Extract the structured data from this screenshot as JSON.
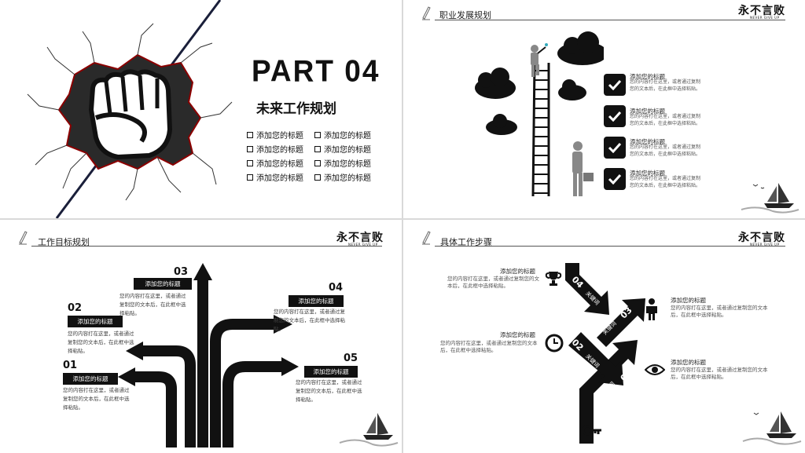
{
  "brand": {
    "name": "永不言败",
    "tagline": "NEVER GIVE UP"
  },
  "slide1": {
    "part": "PART 04",
    "subtitle": "未来工作规划",
    "items": [
      "添加您的标题",
      "添加您的标题",
      "添加您的标题",
      "添加您的标题",
      "添加您的标题",
      "添加您的标题",
      "添加您的标题",
      "添加您的标题"
    ]
  },
  "slide2": {
    "title": "职业发展规划",
    "items": [
      {
        "title": "添加您的标题",
        "text": "您的内容打在这里，或者通过复制您的文本后，在此框中选择粘贴。"
      },
      {
        "title": "添加您的标题",
        "text": "您的内容打在这里，或者通过复制您的文本后，在此框中选择粘贴。"
      },
      {
        "title": "添加您的标题",
        "text": "您的内容打在这里，或者通过复制您的文本后，在此框中选择粘贴。"
      },
      {
        "title": "添加您的标题",
        "text": "您的内容打在这里，或者通过复制您的文本后，在此框中选择粘贴。"
      }
    ]
  },
  "slide3": {
    "title": "工作目标规划",
    "goals": [
      {
        "num": "01",
        "tag": "添加您的标题",
        "text": "您的内容打在这里，或者通过复制您的文本后，在此框中选择粘贴。"
      },
      {
        "num": "02",
        "tag": "添加您的标题",
        "text": "您的内容打在这里，或者通过复制您的文本后，在此框中选择粘贴。"
      },
      {
        "num": "03",
        "tag": "添加您的标题",
        "text": "您的内容打在这里，或者通过复制您的文本后，在此框中选择粘贴。"
      },
      {
        "num": "04",
        "tag": "添加您的标题",
        "text": "您的内容打在这里，或者通过复制您的文本后，在此框中选择粘贴。"
      },
      {
        "num": "05",
        "tag": "添加您的标题",
        "text": "您的内容打在这里，或者通过复制您的文本后，在此框中选择粘贴。"
      }
    ]
  },
  "slide4": {
    "title": "具体工作步骤",
    "keyword": "关键词",
    "steps": [
      {
        "num": "01",
        "title": "添加您的标题",
        "text": "您的内容打在这里，或者通过复制您的文本后，在此框中选择粘贴。",
        "icon": "eye-icon"
      },
      {
        "num": "02",
        "title": "添加您的标题",
        "text": "您的内容打在这里，或者通过复制您的文本后，在此框中选择粘贴。",
        "icon": "clock-icon"
      },
      {
        "num": "03",
        "title": "添加您的标题",
        "text": "您的内容打在这里，或者通过复制您的文本后，在此框中选择粘贴。",
        "icon": "person-icon"
      },
      {
        "num": "04",
        "title": "添加您的标题",
        "text": "您的内容打在这里，或者通过复制您的文本后，在此框中选择粘贴。",
        "icon": "trophy-icon"
      }
    ]
  },
  "colors": {
    "ink": "#111111",
    "accent": "#8b0000",
    "line": "#1a1f3a"
  }
}
